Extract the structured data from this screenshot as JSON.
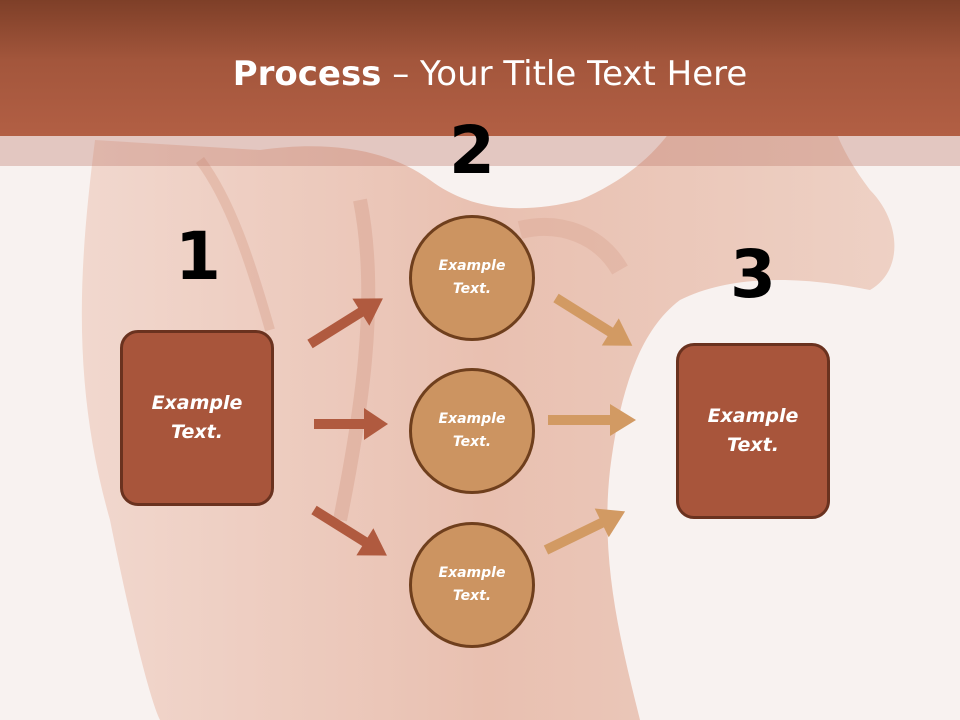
{
  "slide": {
    "title_bold": "Process",
    "title_rest": " – Your Title Text Here"
  },
  "steps": {
    "step1": {
      "number": "1",
      "box_text": "Example\nText."
    },
    "step2": {
      "number": "2",
      "circles": [
        "Example\nText.",
        "Example\nText.",
        "Example\nText."
      ]
    },
    "step3": {
      "number": "3",
      "box_text": "Example\nText."
    }
  },
  "colors": {
    "title_bar": "#a3563c",
    "box_fill": "#a8553b",
    "box_border": "#6a321f",
    "circle_fill": "#cc9461",
    "arrow_left": "#b05a3f",
    "arrow_right": "#d29a63",
    "background": "#f7f1ef"
  }
}
